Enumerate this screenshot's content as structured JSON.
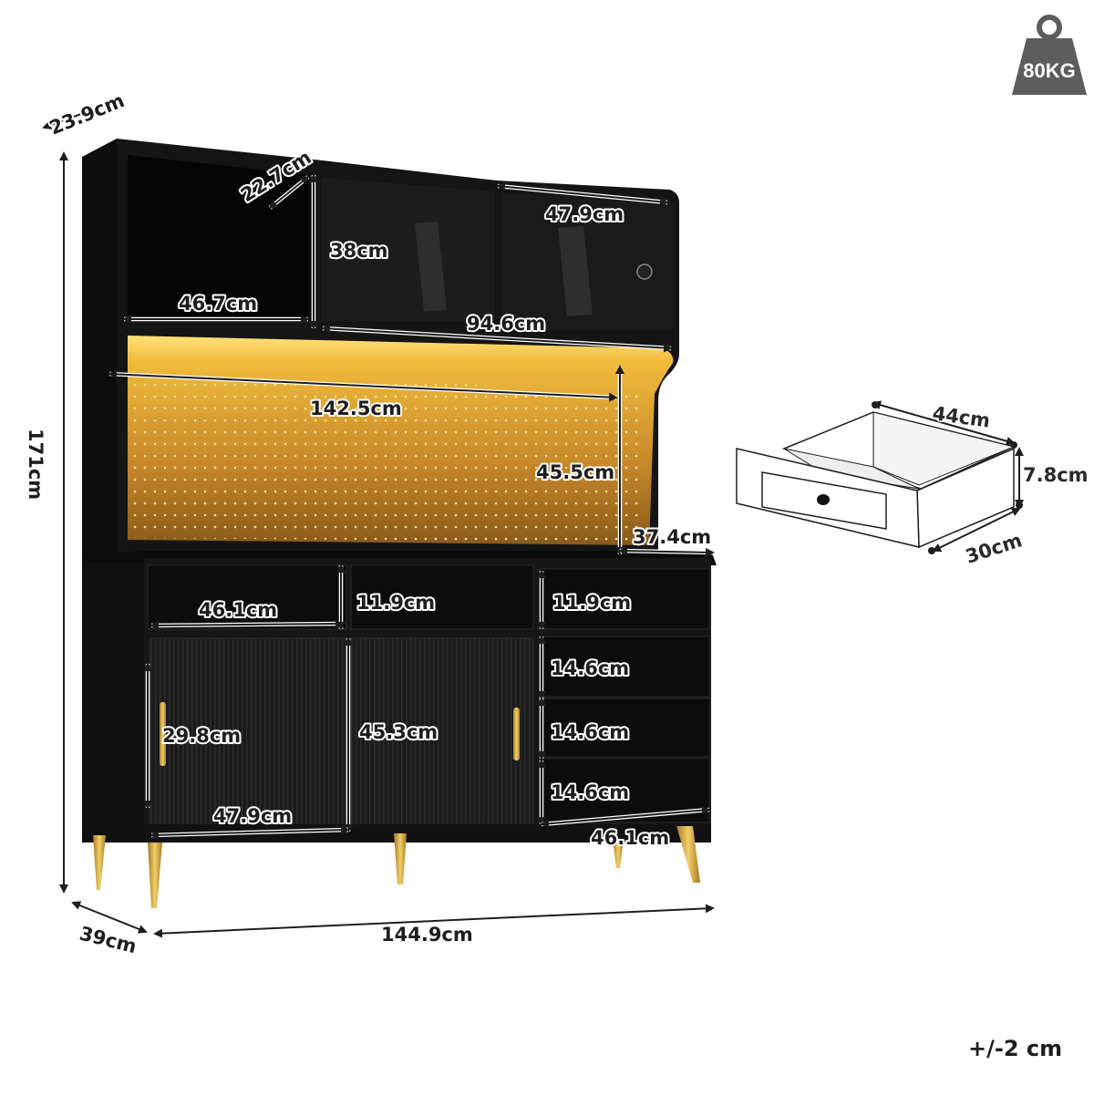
{
  "weight_badge": {
    "label": "80KG"
  },
  "tolerance": "+/-2 cm",
  "cabinet": {
    "overall_height": "171cm",
    "overall_width": "144.9cm",
    "overall_depth": "39cm",
    "hutch_depth": "23.9cm",
    "top_shelf_depth": "22.7cm",
    "top_shelf_width": "46.7cm",
    "top_compartment_height": "38cm",
    "glass_door_width": "47.9cm",
    "top_doors_span": "94.6cm",
    "pegboard_width": "142.5cm",
    "pegboard_height": "45.5cm",
    "countertop_depth": "37.4cm",
    "drawer_width_left": "46.1cm",
    "drawer_height_left": "11.9cm",
    "drawer_height_right": "11.9cm",
    "right_drawer_height_1": "14.6cm",
    "right_drawer_height_2": "14.6cm",
    "right_drawer_height_3": "14.6cm",
    "right_drawer_width": "46.1cm",
    "sliding_door_width": "47.9cm",
    "lower_shelf_height": "29.8cm",
    "sliding_door_height": "45.3cm"
  },
  "drawer_detail": {
    "width": "44cm",
    "height": "7.8cm",
    "depth": "30cm"
  },
  "colors": {
    "cabinet": "#141414",
    "light": "#e8b43a",
    "gold": "#c99b32",
    "dimension": "#1e1e1e"
  }
}
